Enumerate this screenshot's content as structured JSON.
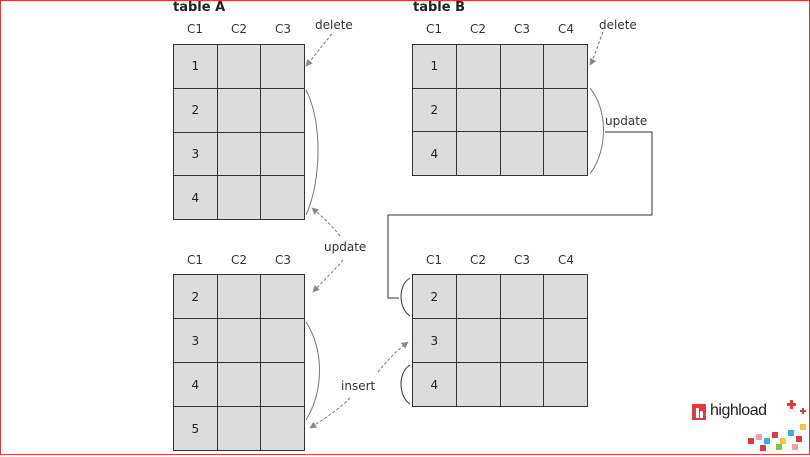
{
  "tables": [
    {
      "id": "table-a-top",
      "title": "table A",
      "columns": [
        "C1",
        "C2",
        "C3"
      ],
      "rows": [
        [
          "1",
          "",
          ""
        ],
        [
          "2",
          "",
          ""
        ],
        [
          "3",
          "",
          ""
        ],
        [
          "4",
          "",
          ""
        ]
      ]
    },
    {
      "id": "table-b-top",
      "title": "table B",
      "columns": [
        "C1",
        "C2",
        "C3",
        "C4"
      ],
      "rows": [
        [
          "1",
          "",
          "",
          ""
        ],
        [
          "2",
          "",
          "",
          ""
        ],
        [
          "4",
          "",
          "",
          ""
        ]
      ]
    },
    {
      "id": "table-a-bottom",
      "title": "",
      "columns": [
        "C1",
        "C2",
        "C3"
      ],
      "rows": [
        [
          "2",
          "",
          ""
        ],
        [
          "3",
          "",
          ""
        ],
        [
          "4",
          "",
          ""
        ],
        [
          "5",
          "",
          ""
        ]
      ]
    },
    {
      "id": "table-b-bottom",
      "title": "",
      "columns": [
        "C1",
        "C2",
        "C3",
        "C4"
      ],
      "rows": [
        [
          "2",
          "",
          "",
          ""
        ],
        [
          "3",
          "",
          "",
          ""
        ],
        [
          "4",
          "",
          "",
          ""
        ]
      ]
    }
  ],
  "labels": {
    "delete_a": "delete",
    "delete_b": "delete",
    "update_b": "update",
    "update_a": "update",
    "insert": "insert"
  },
  "logo": {
    "text": "highload",
    "accent_color": "#e23a3a"
  }
}
